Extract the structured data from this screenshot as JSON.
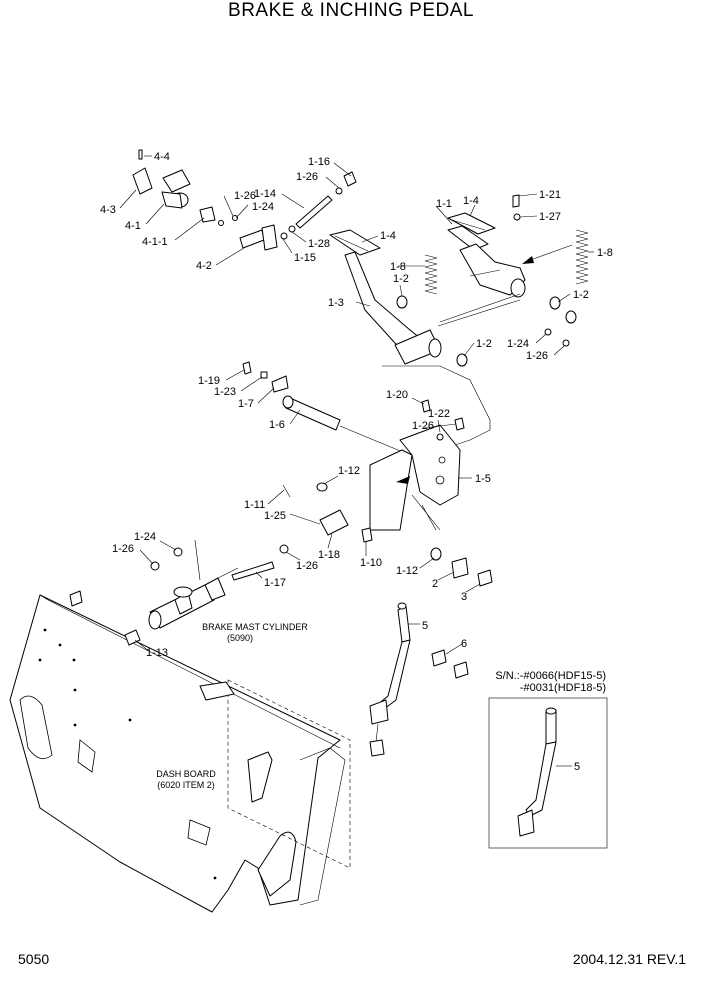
{
  "title": "BRAKE & INCHING PEDAL",
  "page_number": "5050",
  "revision": "2004.12.31  REV.1",
  "notes": {
    "brake_mast_cylinder": [
      "BRAKE MAST CYLINDER",
      "(5090)"
    ],
    "dash_board": [
      "DASH BOARD",
      "(6020 ITEM 2)"
    ],
    "serial_number": [
      "S/N.:-#0066(HDF15-5)",
      "-#0031(HDF18-5)"
    ]
  },
  "callouts": [
    {
      "id": "c-4-4",
      "text": "4-4"
    },
    {
      "id": "c-4-3",
      "text": "4-3"
    },
    {
      "id": "c-4-1",
      "text": "4-1"
    },
    {
      "id": "c-4-1-1",
      "text": "4-1-1"
    },
    {
      "id": "c-4-2",
      "text": "4-2"
    },
    {
      "id": "c-1-26a",
      "text": "1-26"
    },
    {
      "id": "c-1-24a",
      "text": "1-24"
    },
    {
      "id": "c-1-28",
      "text": "1-28"
    },
    {
      "id": "c-1-15",
      "text": "1-15"
    },
    {
      "id": "c-1-16",
      "text": "1-16"
    },
    {
      "id": "c-1-26b",
      "text": "1-26"
    },
    {
      "id": "c-1-14",
      "text": "1-14"
    },
    {
      "id": "c-1-21",
      "text": "1-21"
    },
    {
      "id": "c-1-1",
      "text": "1-1"
    },
    {
      "id": "c-1-4a",
      "text": "1-4"
    },
    {
      "id": "c-1-27",
      "text": "1-27"
    },
    {
      "id": "c-1-4b",
      "text": "1-4"
    },
    {
      "id": "c-1-8a",
      "text": "1-8"
    },
    {
      "id": "c-1-8b",
      "text": "1-8"
    },
    {
      "id": "c-1-2a",
      "text": "1-2"
    },
    {
      "id": "c-1-2b",
      "text": "1-2"
    },
    {
      "id": "c-1-3",
      "text": "1-3"
    },
    {
      "id": "c-1-2c",
      "text": "1-2"
    },
    {
      "id": "c-1-24b",
      "text": "1-24"
    },
    {
      "id": "c-1-26c",
      "text": "1-26"
    },
    {
      "id": "c-1-19",
      "text": "1-19"
    },
    {
      "id": "c-1-23",
      "text": "1-23"
    },
    {
      "id": "c-1-7",
      "text": "1-7"
    },
    {
      "id": "c-1-20",
      "text": "1-20"
    },
    {
      "id": "c-1-22",
      "text": "1-22"
    },
    {
      "id": "c-1-26d",
      "text": "1-26"
    },
    {
      "id": "c-1-6",
      "text": "1-6"
    },
    {
      "id": "c-1-5",
      "text": "1-5"
    },
    {
      "id": "c-1-12a",
      "text": "1-12"
    },
    {
      "id": "c-1-11",
      "text": "1-11"
    },
    {
      "id": "c-1-25",
      "text": "1-25"
    },
    {
      "id": "c-1-24c",
      "text": "1-24"
    },
    {
      "id": "c-1-26e",
      "text": "1-26"
    },
    {
      "id": "c-1-18",
      "text": "1-18"
    },
    {
      "id": "c-1-10",
      "text": "1-10"
    },
    {
      "id": "c-1-26f",
      "text": "1-26"
    },
    {
      "id": "c-1-12b",
      "text": "1-12"
    },
    {
      "id": "c-2",
      "text": "2"
    },
    {
      "id": "c-3",
      "text": "3"
    },
    {
      "id": "c-1-17",
      "text": "1-17"
    },
    {
      "id": "c-5a",
      "text": "5"
    },
    {
      "id": "c-6",
      "text": "6"
    },
    {
      "id": "c-1-13",
      "text": "1-13"
    },
    {
      "id": "c-5b",
      "text": "5"
    }
  ]
}
